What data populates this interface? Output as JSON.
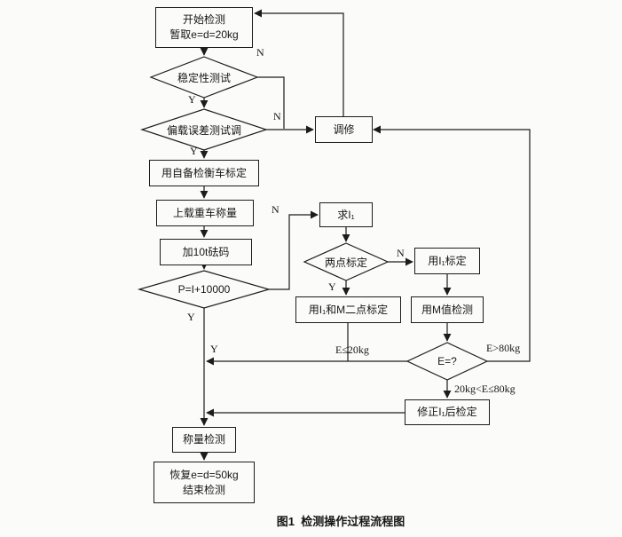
{
  "figure": {
    "caption": "图1  检测操作过程流程图"
  },
  "nodes": {
    "start": {
      "line1": "开始检测",
      "line2": "暂取e=d=20kg"
    },
    "stability": {
      "label": "稳定性测试"
    },
    "offset": {
      "label": "偏载误差测试调"
    },
    "repair": {
      "label": "调修"
    },
    "self_calibrate": {
      "label": "用自备检衡车标定"
    },
    "load": {
      "label": "上载重车称量"
    },
    "add_weights": {
      "label": "加10t砝码"
    },
    "p_check": {
      "label": "P=I+10000"
    },
    "find_i1": {
      "label": "求I₁"
    },
    "two_point": {
      "label": "两点标定"
    },
    "i1_calibrate": {
      "label": "用I₁标定"
    },
    "i1m_calibrate": {
      "label": "用I₁和M二点标定"
    },
    "m_detect": {
      "label": "用M值检测"
    },
    "e_check": {
      "label": "E=?"
    },
    "fix_i1": {
      "label": "修正I₁后检定"
    },
    "weigh_detect": {
      "label": "称量检测"
    },
    "end": {
      "line1": "恢复e=d=50kg",
      "line2": "结束检测"
    }
  },
  "edge_labels": {
    "stability_n": "N",
    "stability_y": "Y",
    "offset_n": "N",
    "offset_y": "Y",
    "p_n": "N",
    "p_y": "Y",
    "two_point_n": "N",
    "two_point_y": "Y",
    "merge_y": "Y",
    "e_low": "E≤20kg",
    "e_high": "E>80kg",
    "e_mid": "20kg<E≤80kg"
  }
}
